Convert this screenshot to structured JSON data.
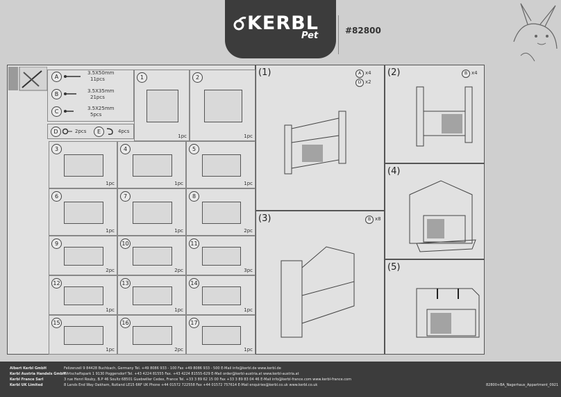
{
  "header": {
    "brand": "KERBL",
    "brand_sub": "Pet",
    "product_code": "#82800"
  },
  "parts_legend": [
    {
      "letter": "A",
      "size": "3.5X50mm",
      "qty": "11pcs"
    },
    {
      "letter": "B",
      "size": "3.5X35mm",
      "qty": "21pcs"
    },
    {
      "letter": "C",
      "size": "3.5X25mm",
      "qty": "5pcs"
    }
  ],
  "extra_parts": [
    {
      "letter": "D",
      "qty": "2pcs"
    },
    {
      "letter": "E",
      "qty": "4pcs"
    }
  ],
  "parts": [
    {
      "n": "1",
      "qty": "1pc"
    },
    {
      "n": "2",
      "qty": "1pc"
    },
    {
      "n": "3",
      "qty": "1pc"
    },
    {
      "n": "4",
      "qty": "1pc"
    },
    {
      "n": "5",
      "qty": "1pc"
    },
    {
      "n": "6",
      "qty": "1pc"
    },
    {
      "n": "7",
      "qty": "1pc"
    },
    {
      "n": "8",
      "qty": "2pc"
    },
    {
      "n": "9",
      "qty": "2pc"
    },
    {
      "n": "10",
      "qty": "2pc"
    },
    {
      "n": "11",
      "qty": "3pc"
    },
    {
      "n": "12",
      "qty": "1pc"
    },
    {
      "n": "13",
      "qty": "1pc"
    },
    {
      "n": "14",
      "qty": "1pc"
    },
    {
      "n": "15",
      "qty": "1pc"
    },
    {
      "n": "16",
      "qty": "2pc"
    },
    {
      "n": "17",
      "qty": "1pc"
    }
  ],
  "steps": [
    {
      "label": "(1)",
      "note_a": "x4",
      "note_b": "x2"
    },
    {
      "label": "(2)",
      "note_a": "x4"
    },
    {
      "label": "(3)",
      "note_a": "x8"
    },
    {
      "label": "(4)"
    },
    {
      "label": "(5)"
    }
  ],
  "footer": {
    "companies": [
      "Albert Kerbl GmbH",
      "Kerbl Austria Handels GmbH",
      "Kerbl France Sarl",
      "Kerbl UK Limited"
    ],
    "addresses": [
      "Felizenzell 9   84428 Buchbach, Germany   Tel. +49 8086 933 - 100   Fax +49 8086 933 - 500   E-Mail info@kerbl.de   www.kerbl.de",
      "Wirtschaftspark 1   9130 Poggersdorf   Tel. +43 4224 81555   Fax. +43 4224 81555-629   E-Mail order@kerbl-austria.at   www.kerbl-austria.at",
      "3 rue Henri Rouby, B.P 46 Soultz   68501 Guebwiller Cedex, France   Tel. +33 3 89 62 15 00   Fax +33 3 89 83 04 46   E-Mail info@kerbl-france.com   www.kerbl-france.com",
      "8 Lands End Way   Oakham, Rutland   LE15 6RF UK   Phone +44 01572 722558   Fax +44 01572 757614   E-Mail enquiries@kerbl.co.uk   www.kerbl.co.uk"
    ],
    "doc_id": "82800+BA_Nagerhaus_Appartment_0921"
  }
}
